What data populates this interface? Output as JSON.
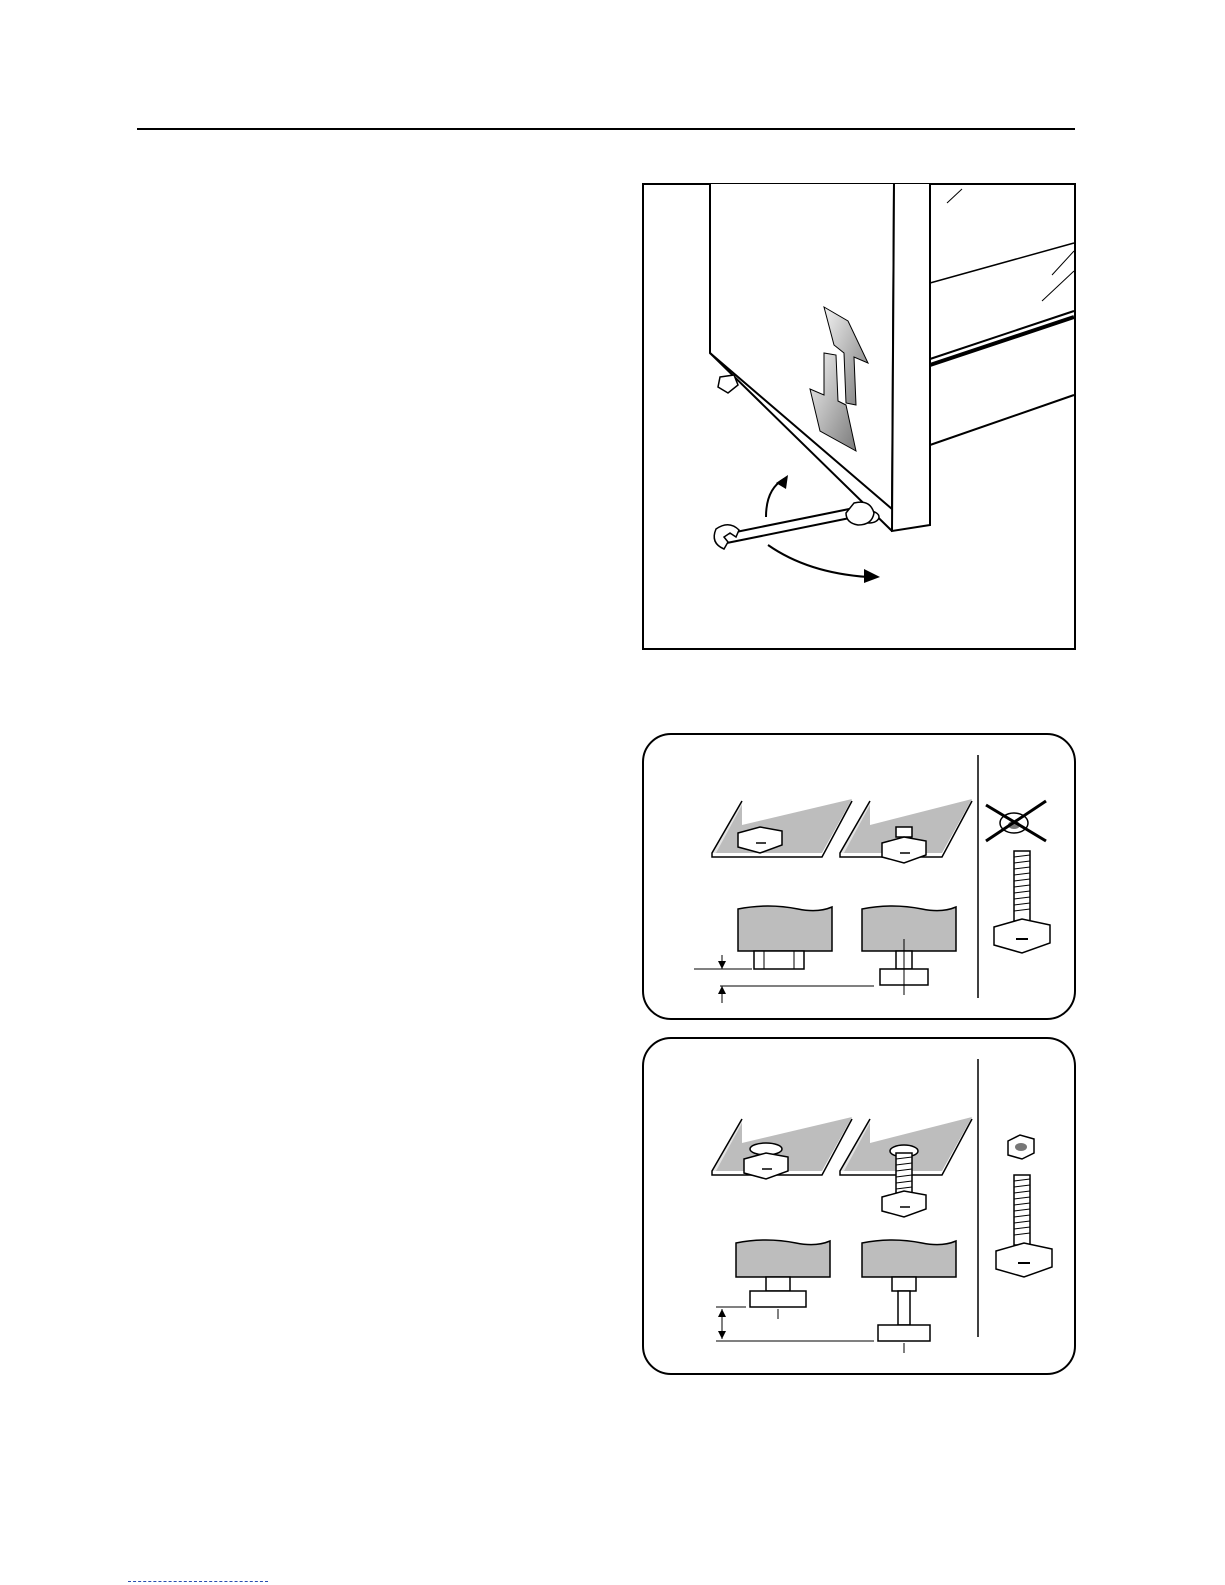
{
  "page": {
    "figures": [
      {
        "name": "fridge-levelling-wrench",
        "icon": "adjustable-foot-wrench-illustration"
      },
      {
        "name": "foot-adjust-step-a",
        "icon": "foot-lock-nut-removed-illustration"
      },
      {
        "name": "foot-adjust-step-b",
        "icon": "foot-lock-nut-fitted-illustration"
      }
    ],
    "colors": {
      "line": "#000000",
      "gray": "#bdbdbd",
      "light_gray": "#e3e3e3",
      "link": "#2a4db0"
    }
  }
}
